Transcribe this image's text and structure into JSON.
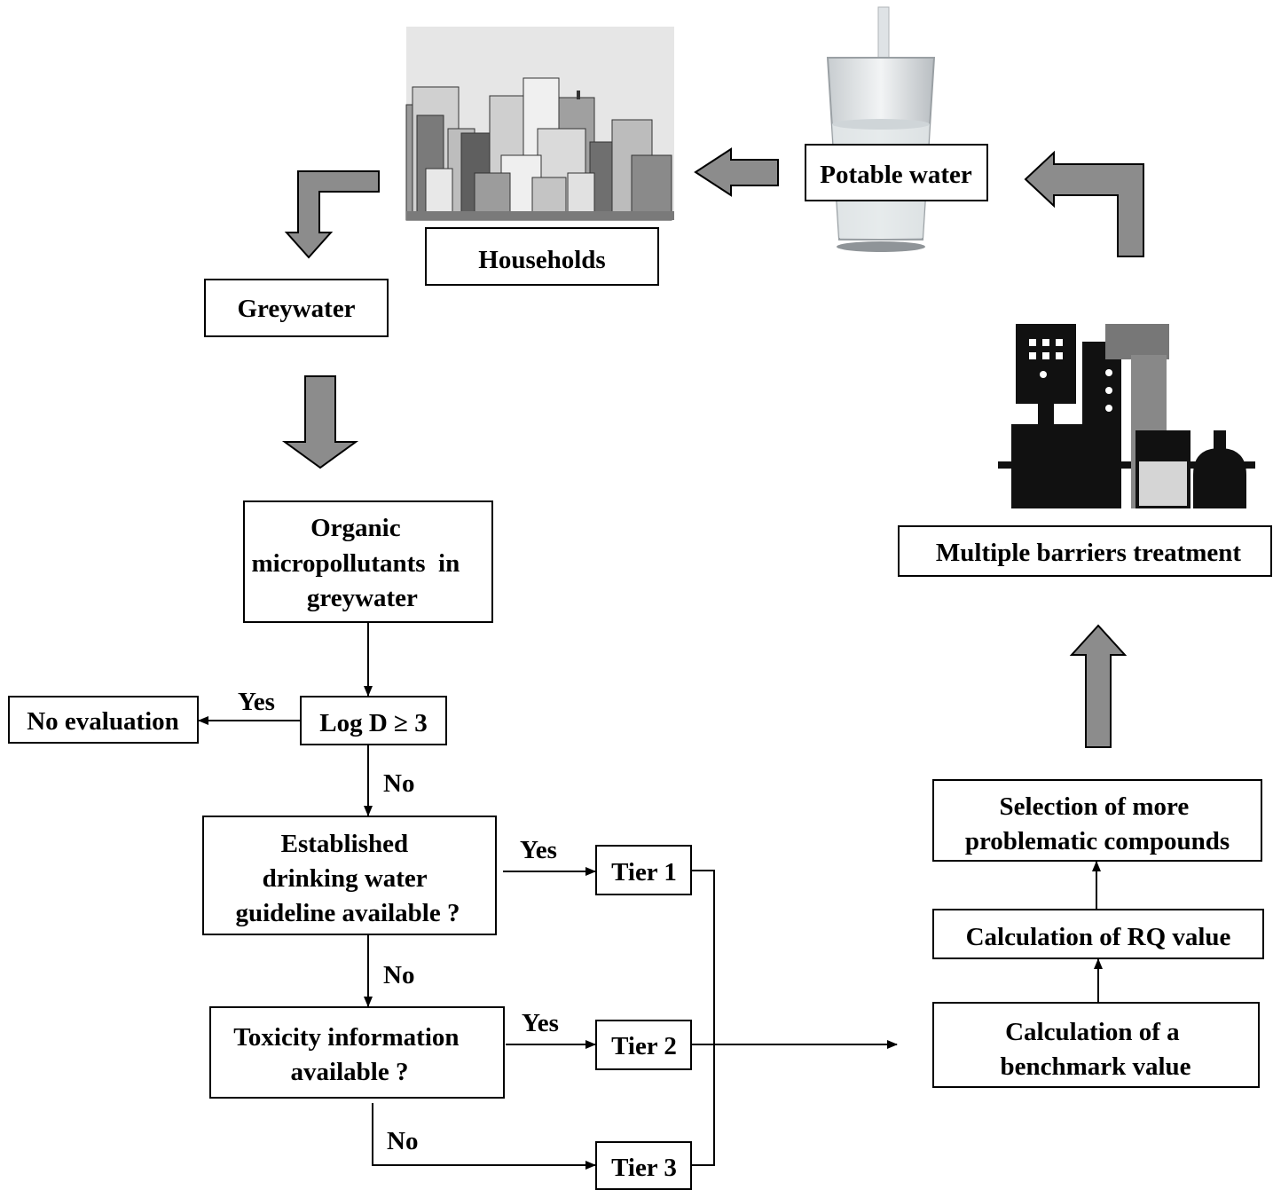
{
  "nodes": {
    "households": "Households",
    "potable_water": "Potable water",
    "greywater": "Greywater",
    "multiple_barriers": "Multiple barriers treatment",
    "organic_micropollutants": [
      "Organic",
      "micropollutants  in",
      "greywater"
    ],
    "log_d": "Log D ≥ 3",
    "no_evaluation": "No evaluation",
    "established_guideline": [
      "Established",
      "drinking water",
      "guideline available ?"
    ],
    "toxicity_info": [
      "Toxicity information",
      "available ?"
    ],
    "tier1": "Tier 1",
    "tier2": "Tier 2",
    "tier3": "Tier 3",
    "benchmark": [
      "Calculation of a",
      "benchmark value"
    ],
    "rq_value": "Calculation of RQ value",
    "selection": [
      "Selection of more",
      "problematic compounds"
    ]
  },
  "edge_labels": {
    "logd_yes": "Yes",
    "logd_no": "No",
    "guideline_yes": "Yes",
    "guideline_no": "No",
    "toxicity_yes": "Yes",
    "toxicity_no": "No"
  },
  "pictures": {
    "households": "city-buildings-illustration",
    "potable_water": "glass-of-water-illustration",
    "treatment": "treatment-plant-illustration"
  },
  "colors": {
    "flow_arrow_fill": "#8c8c8c",
    "box_stroke": "#000000"
  }
}
